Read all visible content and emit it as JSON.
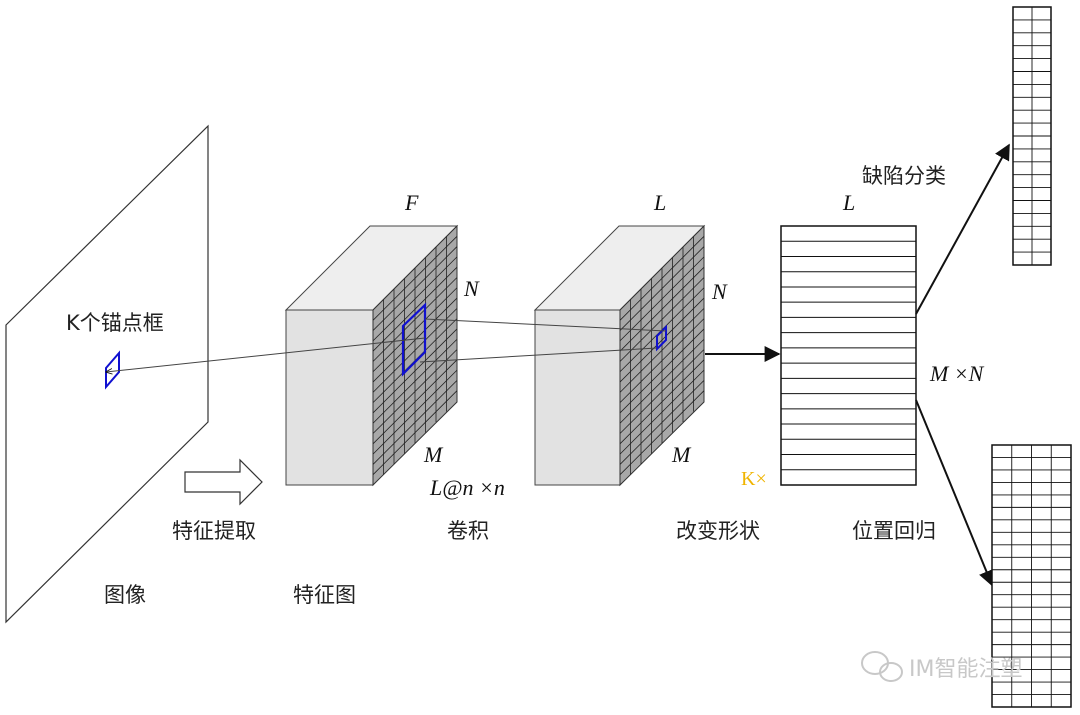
{
  "labels": {
    "anchor_boxes": "K个锚点框",
    "feature_extraction": "特征提取",
    "image": "图像",
    "feature_map": "特征图",
    "conv": "卷积",
    "conv_kernel": "L@n ×n",
    "reshape": "改变形状",
    "defect_classification": "缺陷分类",
    "position_regression": "位置回归",
    "dim_mxn": "M ×N",
    "k_times": "K×",
    "watermark": "IM智能注塑"
  },
  "feature_block": {
    "top": "F",
    "side": "N",
    "bottom": "M"
  },
  "conv_block": {
    "top": "L",
    "side": "N",
    "bottom": "M"
  },
  "matrix": {
    "top": "L"
  },
  "colors": {
    "anchor": "#1010d0",
    "k_label": "#f0b400",
    "block_face": "#e6e6e6",
    "grid_face": "#a8a8a8",
    "line": "#111111"
  }
}
